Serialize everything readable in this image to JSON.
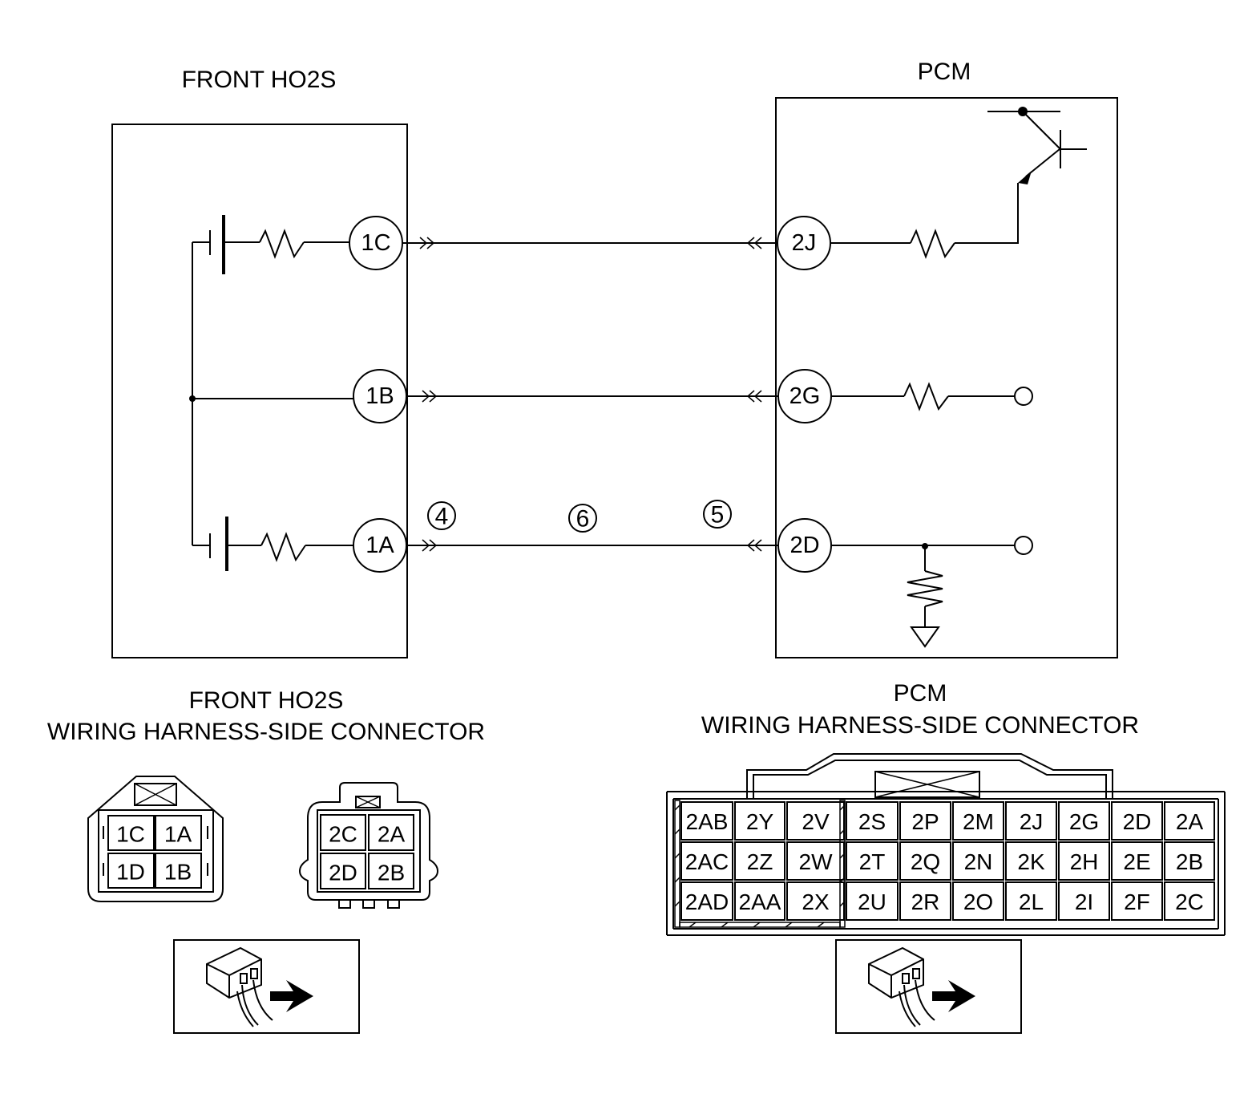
{
  "titles": {
    "ho2s": "FRONT HO2S",
    "pcm": "PCM",
    "ho2s_conn_1": "FRONT HO2S",
    "ho2s_conn_2": "WIRING HARNESS-SIDE CONNECTOR",
    "pcm_conn_1": "PCM",
    "pcm_conn_2": "WIRING HARNESS-SIDE CONNECTOR"
  },
  "ho2s_pins": {
    "c": "1C",
    "b": "1B",
    "a": "1A"
  },
  "pcm_pins": {
    "j": "2J",
    "g": "2G",
    "d": "2D"
  },
  "inspection_points": {
    "p4": "4",
    "p6": "6",
    "p5": "5"
  },
  "ho2s_connector_a": [
    "1C",
    "1A",
    "1D",
    "1B"
  ],
  "ho2s_connector_b": [
    "2C",
    "2A",
    "2D",
    "2B"
  ],
  "pcm_connector_rows": [
    [
      "2AB",
      "2Y",
      "2V",
      "2S",
      "2P",
      "2M",
      "2J",
      "2G",
      "2D",
      "2A"
    ],
    [
      "2AC",
      "2Z",
      "2W",
      "2T",
      "2Q",
      "2N",
      "2K",
      "2H",
      "2E",
      "2B"
    ],
    [
      "2AD",
      "2AA",
      "2X",
      "2U",
      "2R",
      "2O",
      "2L",
      "2I",
      "2F",
      "2C"
    ]
  ]
}
